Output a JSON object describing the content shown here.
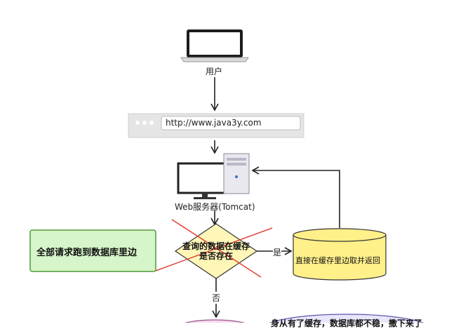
{
  "labels": {
    "user": "用户",
    "url": "http://www.java3y.com",
    "server": "Web服务器(Tomcat)",
    "decision_line1": "查询的数据在缓存",
    "decision_line2": "是否存在",
    "yes": "是",
    "no": "否",
    "all_requests_box": "全部请求跑到数据库里边",
    "cache_return": "直接在缓存里边取并返回",
    "bottom_note": "身从有了缓存，数据库都不稳，撒下来了"
  },
  "colors": {
    "green_box_fill": "#d6f5c8",
    "green_box_stroke": "#4e9a3a",
    "diamond_fill": "#fff7b8",
    "cylinder_fill": "#fff08a",
    "cross_color": "#e0423a",
    "ellipse_fill": "#e8e6fb",
    "pink_fill": "#f7d9ee"
  },
  "icons": [
    "laptop-icon",
    "browser-icon",
    "server-icon",
    "database-icon"
  ]
}
